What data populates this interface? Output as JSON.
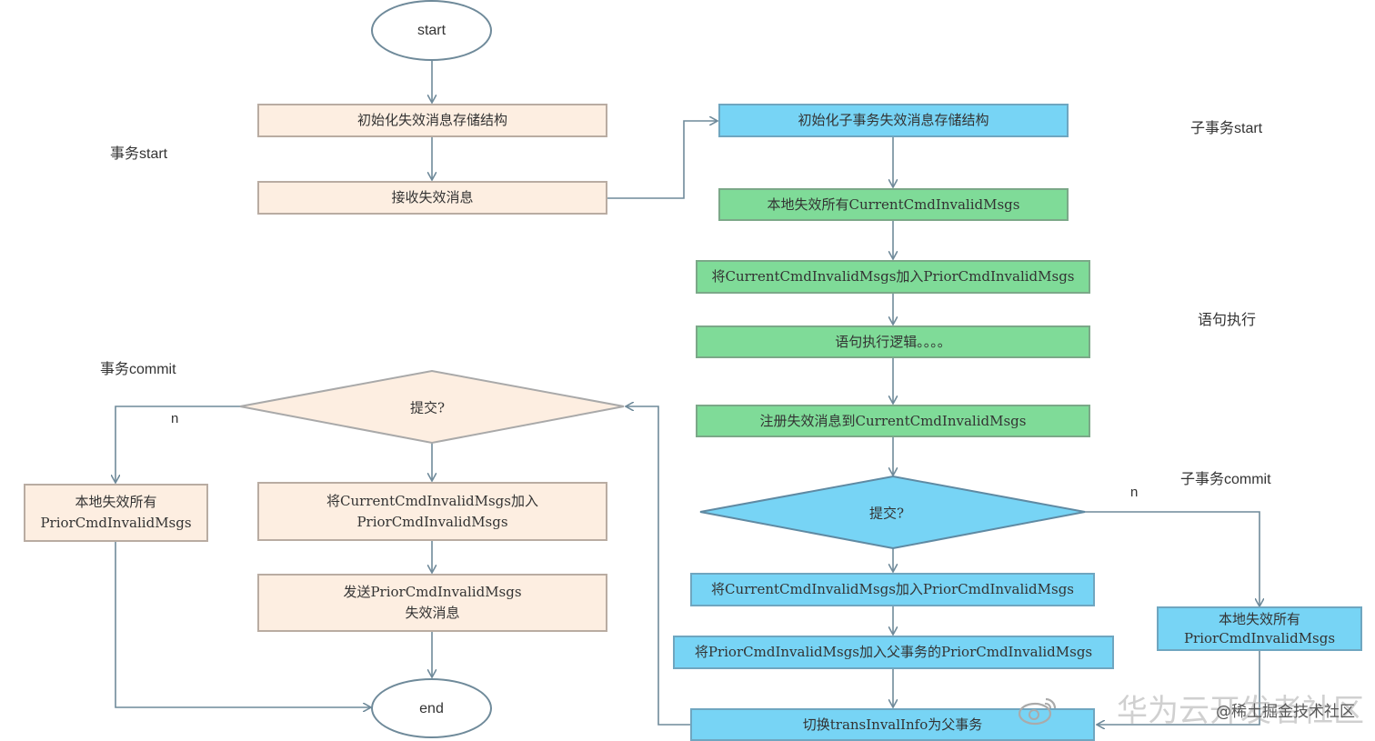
{
  "nodes": {
    "start": "start",
    "init_store": "初始化失效消息存储结构",
    "recv": "接收失效消息",
    "commit_q": "提交?",
    "local_fail_prior_left": [
      "本地失效所有",
      "PriorCmdInvalidMsgs"
    ],
    "add_current_to_prior_left": [
      "将CurrentCmdInvalidMsgs加入",
      "PriorCmdInvalidMsgs"
    ],
    "send_prior": [
      "发送PriorCmdInvalidMsgs",
      "失效消息"
    ],
    "end": "end",
    "sub_init_store": "初始化子事务失效消息存储结构",
    "local_fail_current": "本地失效所有CurrentCmdInvalidMsgs",
    "add_current_to_prior_green": "将CurrentCmdInvalidMsgs加入PriorCmdInvalidMsgs",
    "stmt_exec": "语句执行逻辑。。。。",
    "register": "注册失效消息到CurrentCmdInvalidMsgs",
    "sub_commit_q": "提交?",
    "add_current_to_prior_blue": "将CurrentCmdInvalidMsgs加入PriorCmdInvalidMsgs",
    "add_prior_to_parent": "将PriorCmdInvalidMsgs加入父事务的PriorCmdInvalidMsgs",
    "switch_trans": "切换transInvalInfo为父事务",
    "local_fail_prior_right": [
      "本地失效所有",
      "PriorCmdInvalidMsgs"
    ]
  },
  "labels": {
    "txn_start": "事务start",
    "txn_commit": "事务commit",
    "sub_start": "子事务start",
    "stmt_exec": "语句执行",
    "sub_commit": "子事务commit",
    "n_left": "n",
    "n_right": "n"
  },
  "watermark": {
    "big": "华为云开发者社区",
    "small": "@稀土掘金技术社区"
  },
  "colors": {
    "peach": "#fdeee1",
    "blue": "#77d4f5",
    "green": "#7fdb98",
    "line": "#6f8a9a"
  }
}
